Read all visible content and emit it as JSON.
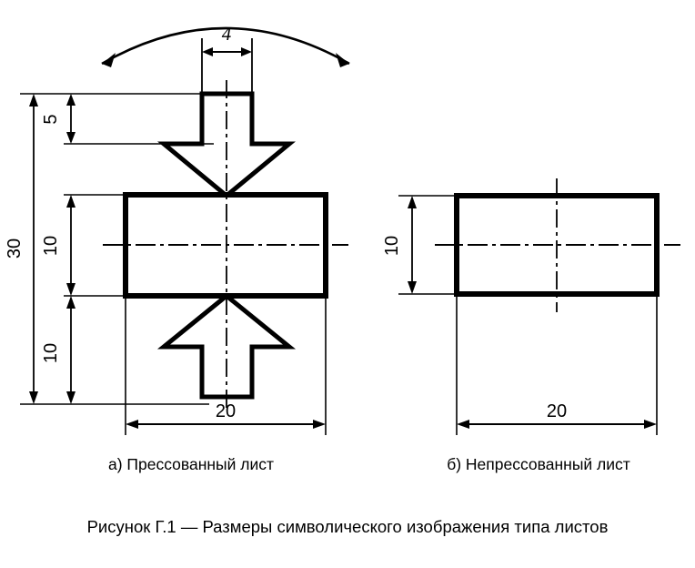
{
  "figure": {
    "caption": "Рисунок Г.1 — Размеры символического изображения типа листов",
    "sub_caption_a": "а) Прессованный лист",
    "sub_caption_b": "б) Непрессованный лист",
    "line_color": "#000000",
    "background": "#ffffff"
  },
  "diagram_a": {
    "title": "а) Прессованный лист",
    "dimensions": {
      "arrow_width": "4",
      "arrow_head_height": "5",
      "total_height": "30",
      "sheet_thickness": "10",
      "arrow_height": "10",
      "sheet_width": "20"
    }
  },
  "diagram_b": {
    "title": "б) Непрессованный лист",
    "dimensions": {
      "sheet_thickness": "10",
      "sheet_width": "20"
    }
  },
  "chart_data": {
    "type": "table",
    "title": "Размеры символического изображения типа листов",
    "categories": [
      "а) Прессованный лист",
      "б) Непрессованный лист"
    ],
    "series": [
      {
        "name": "а) Прессованный лист",
        "labels": [
          "4",
          "5",
          "30",
          "10",
          "10",
          "20"
        ],
        "values": [
          4,
          5,
          30,
          10,
          10,
          20
        ]
      },
      {
        "name": "б) Непрессованный лист",
        "labels": [
          "10",
          "20"
        ],
        "values": [
          10,
          20
        ]
      }
    ],
    "xlabel": "",
    "ylabel": "",
    "grid": false
  }
}
